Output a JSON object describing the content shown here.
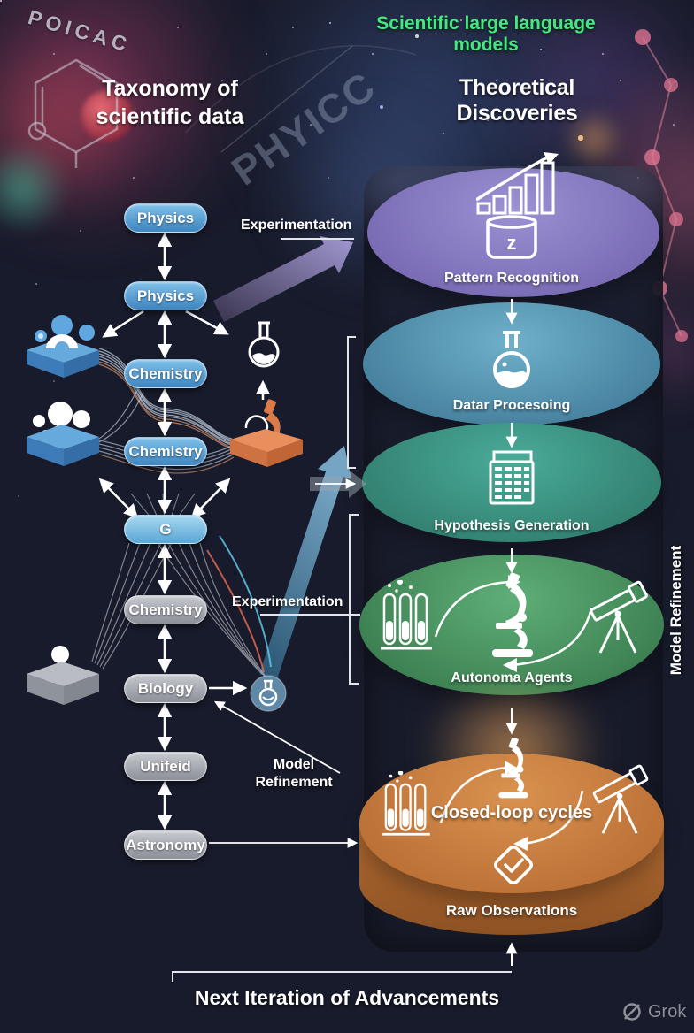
{
  "header": {
    "app_title": "Scientific large language models",
    "app_title_color": "#45e87e",
    "left_heading_line1": "Taxonomy of",
    "left_heading_line2": "scientific data",
    "right_heading": "Theoretical Discoveries",
    "watermark_left": "POICAC",
    "watermark_diagonal": "PHYICC"
  },
  "taxonomy": {
    "nodes": [
      {
        "label": "Physics",
        "style": "blue"
      },
      {
        "label": "Physics",
        "style": "blue"
      },
      {
        "label": "Chemistry",
        "style": "blue"
      },
      {
        "label": "Chemistry",
        "style": "blue"
      },
      {
        "label": "G",
        "style": "light-blue"
      },
      {
        "label": "Chemistry",
        "style": "gray"
      },
      {
        "label": "Biology",
        "style": "gray"
      },
      {
        "label": "Unifeid",
        "style": "gray"
      },
      {
        "label": "Astronomy",
        "style": "gray"
      }
    ],
    "side_icons": [
      "molecule-tray-icon",
      "molecule-cluster-tray-icon",
      "flask-icon",
      "microscope-tray-icon",
      "person-tray-icon",
      "round-flask-badge-icon"
    ]
  },
  "annotations": {
    "experimentation_top": "Experimentation",
    "experimentation_mid": "Experimentation",
    "model_left_line1": "Model",
    "model_left_line2": "Refinement",
    "model_right": "Model Refinement"
  },
  "pipeline": {
    "stages": [
      {
        "label": "Pattern Recognition",
        "color": "#877bc1",
        "icons": [
          "growth-chart-icon",
          "data-bucket-icon"
        ],
        "bucket_glyph": "z"
      },
      {
        "label": "Datar Procesoing",
        "color": "#5295b4",
        "icons": [
          "flask-icon"
        ]
      },
      {
        "label": "Hypothesis Generation",
        "color": "#3d9e8c",
        "icons": [
          "spreadsheet-icon"
        ]
      },
      {
        "label": "Autonoma Agents",
        "color": "#4d9a64",
        "icons": [
          "test-tubes-icon",
          "microscope-icon",
          "telescope-icon",
          "cycle-arrows-icon"
        ]
      },
      {
        "label": "Closed-loop cycles",
        "sublabel": "Raw Observations",
        "color": "#c57c3f",
        "icons": [
          "test-tubes-icon",
          "microscope-icon",
          "telescope-icon",
          "cycle-arrows-icon",
          "check-icon"
        ]
      }
    ]
  },
  "footer": {
    "caption": "Next Iteration of Advancements",
    "brand": "Grok"
  }
}
